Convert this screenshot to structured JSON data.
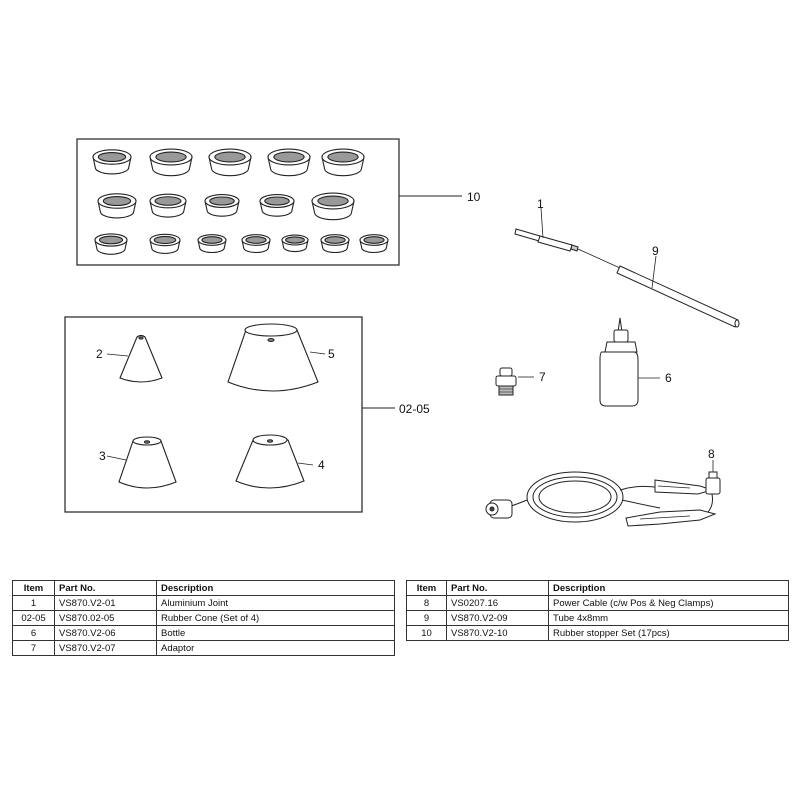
{
  "callouts": {
    "c1": "1",
    "c9": "9",
    "c10": "10",
    "c2": "2",
    "c5": "5",
    "c3": "3",
    "c4": "4",
    "c0205": "02-05",
    "c7": "7",
    "c6": "6",
    "c8": "8"
  },
  "tables": {
    "headers": {
      "item": "Item",
      "part": "Part No.",
      "desc": "Description"
    },
    "left": [
      {
        "item": "1",
        "part": "VS870.V2-01",
        "desc": "Aluminium Joint"
      },
      {
        "item": "02-05",
        "part": "VS870.02-05",
        "desc": "Rubber Cone (Set of 4)"
      },
      {
        "item": "6",
        "part": "VS870.V2-06",
        "desc": "Bottle"
      },
      {
        "item": "7",
        "part": "VS870.V2-07",
        "desc": "Adaptor"
      }
    ],
    "right": [
      {
        "item": "8",
        "part": "VS0207.16",
        "desc": "Power Cable (c/w Pos & Neg Clamps)"
      },
      {
        "item": "9",
        "part": "VS870.V2-09",
        "desc": "Tube 4x8mm"
      },
      {
        "item": "10",
        "part": "VS870.V2-10",
        "desc": "Rubber stopper Set (17pcs)"
      }
    ]
  }
}
